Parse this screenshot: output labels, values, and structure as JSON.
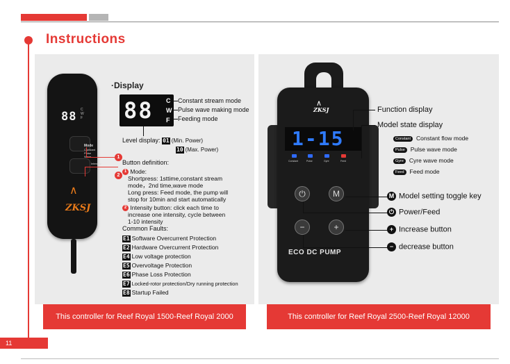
{
  "header": {
    "title": "Instructions",
    "page_number": "11"
  },
  "left": {
    "controller": {
      "display": "88",
      "display_labels": [
        "C",
        "W",
        "F"
      ],
      "mode_button_label": "Mode",
      "mode_sub_labels": [
        "Constant",
        "Pulse",
        "Wave"
      ],
      "intensity_button_label": "Intensity",
      "brand": "ZKSJ"
    },
    "display_section": {
      "heading": "·Display",
      "digits": "88",
      "letters": [
        "C",
        "W",
        "F"
      ],
      "modes": [
        "Constant stream mode",
        "Pulse wave making mode",
        "Feeding mode"
      ],
      "level_label": "Level display:",
      "level_min_code": "01",
      "level_min_text": "(Min. Power)",
      "level_max_code": "10",
      "level_max_text": "(Max. Power)"
    },
    "callouts": [
      "1",
      "2"
    ],
    "button_definition": {
      "heading": "Button definition:",
      "mode_title": "Mode:",
      "mode_lines": [
        "Shortpress: 1sttime,constant stream",
        "mode，2nd time,wave mode",
        "Long press: Feed mode, the pump will",
        "stop for 10min and start automatically"
      ],
      "intensity_lines": [
        "Intensity button: click each time to",
        "increase one intensity, cycle between",
        "1-10 intensity"
      ]
    },
    "faults": {
      "heading": "Common Faults:",
      "items": [
        {
          "code": "E1",
          "text": "Software Overcurrent Protection"
        },
        {
          "code": "E2",
          "text": "Hardware Overcurrent Protection"
        },
        {
          "code": "E4",
          "text": "Low voltage protection"
        },
        {
          "code": "E5",
          "text": "Overvoltage Protection"
        },
        {
          "code": "E6",
          "text": "Phase Loss Protection"
        },
        {
          "code": "E7",
          "text": "Locked-rotor protection/Dry running protection"
        },
        {
          "code": "E8",
          "text": "Startup Failed"
        }
      ]
    },
    "footer": "This controller for Reef Royal 1500-Reef Royal 2000"
  },
  "right": {
    "pump": {
      "brand": "ZKSJ",
      "display": "1-15",
      "led_labels": [
        "Constant",
        "Pulse",
        "Gyre",
        "Feed"
      ],
      "button_glyphs": [
        "⏻",
        "M",
        "−",
        "+"
      ],
      "model_name": "ECO DC PUMP"
    },
    "labels": {
      "function_display": "Function display",
      "model_state_display": "Model state display"
    },
    "modes": [
      {
        "pill": "Constant",
        "text": "Constant flow mode"
      },
      {
        "pill": "Pulse",
        "text": "Pulse wave mode"
      },
      {
        "pill": "Gyre",
        "text": "Cyre wave mode"
      },
      {
        "pill": "Feed",
        "text": "Feed mode"
      }
    ],
    "keys": [
      {
        "glyph": "M",
        "text": "Model setting toggle key"
      },
      {
        "glyph": "⏻",
        "text": "Power/Feed"
      },
      {
        "glyph": "+",
        "text": "Increase button"
      },
      {
        "glyph": "−",
        "text": "decrease button"
      }
    ],
    "footer": "This controller for Reef Royal 2500-Reef Royal 12000"
  },
  "colors": {
    "accent": "#e53935",
    "panel": "#ebebeb",
    "device": "#1b1b1b",
    "led_blue": "#2f7bff",
    "brand_orange": "#e87a1a"
  }
}
